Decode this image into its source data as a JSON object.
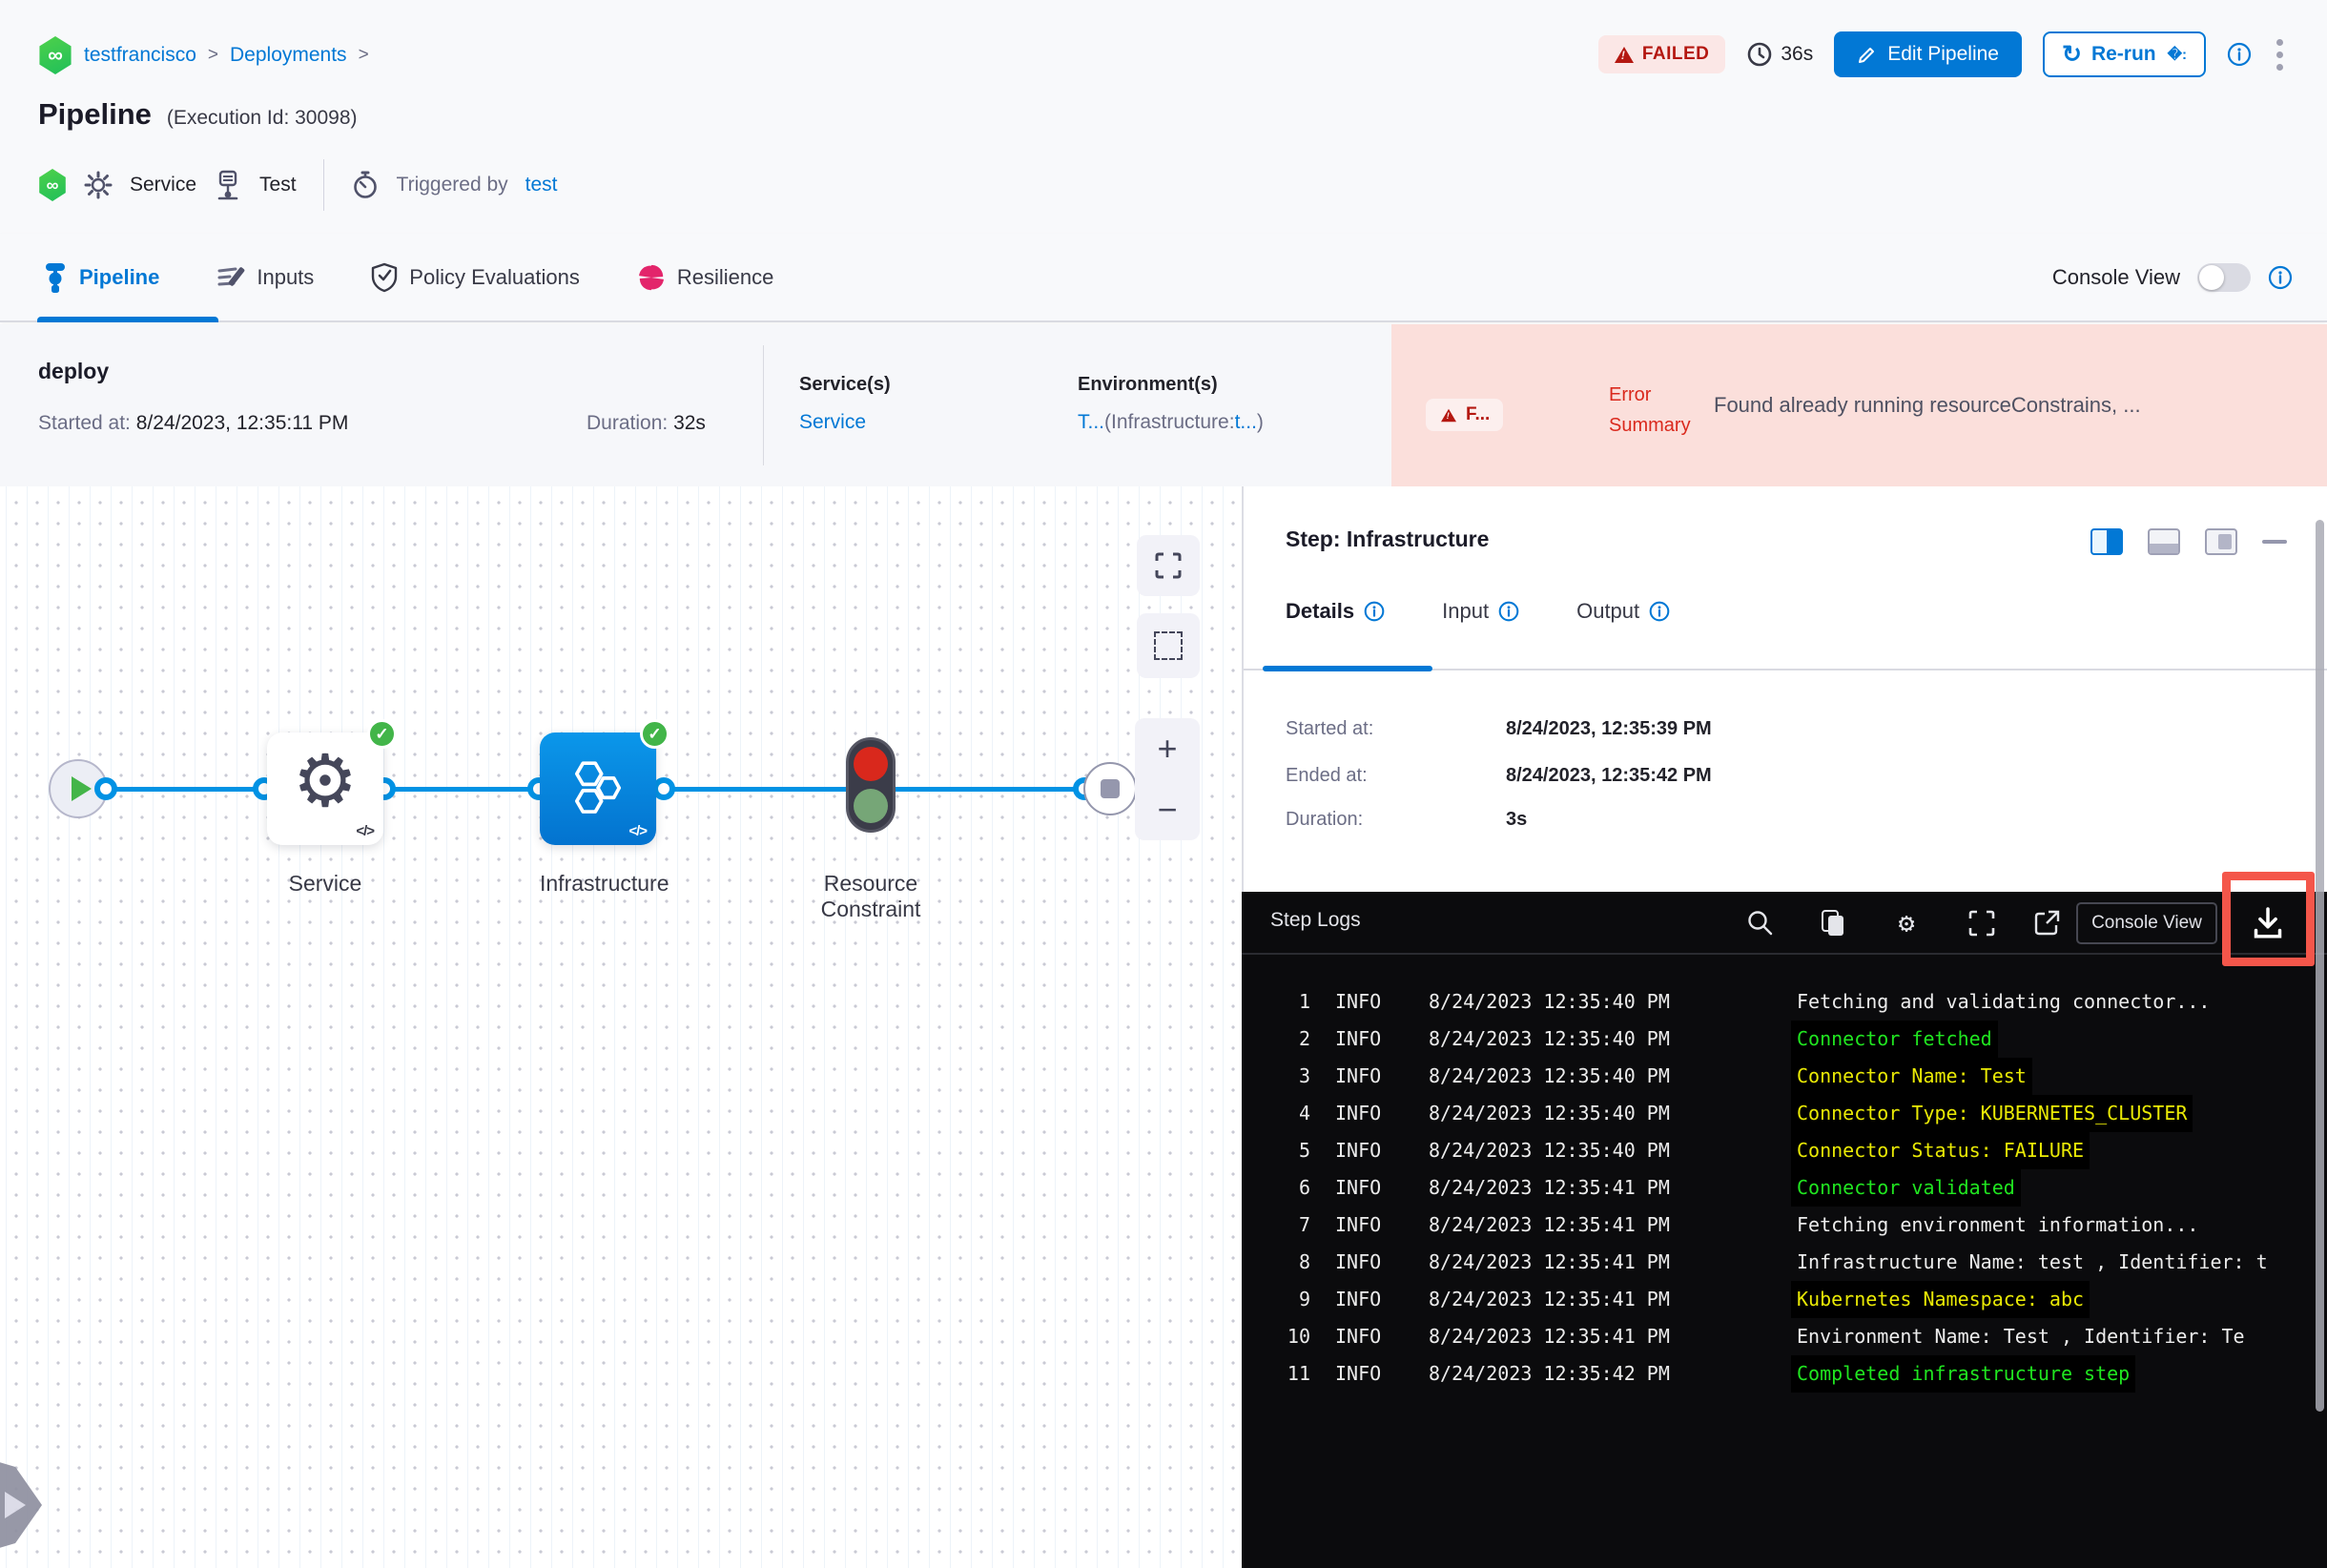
{
  "colors": {
    "primary_blue": "#0278d5",
    "edge_blue": "#0092e4",
    "failed_red": "#b41710",
    "error_red": "#da291d",
    "error_bg": "#fbdfdb",
    "success_green": "#42b549",
    "log_green": "#20e520",
    "log_yellow": "#e9e905",
    "annotation_red": "#f4564a"
  },
  "header": {
    "breadcrumb": {
      "project": "testfrancisco",
      "section": "Deployments",
      "separator": ">"
    },
    "title": "Pipeline",
    "execution_id": "(Execution Id: 30098)",
    "meta": {
      "service": "Service",
      "environment": "Test",
      "triggered_by_label": "Triggered by",
      "triggered_by_user": "test"
    },
    "actions": {
      "status_badge": "FAILED",
      "elapsed": "36s",
      "edit_pipeline": "Edit Pipeline",
      "rerun": "Re-run"
    }
  },
  "tabbar": {
    "tabs": [
      {
        "label": "Pipeline"
      },
      {
        "label": "Inputs"
      },
      {
        "label": "Policy Evaluations"
      },
      {
        "label": "Resilience"
      }
    ],
    "console_view": "Console View"
  },
  "summary": {
    "stage": "deploy",
    "started_label": "Started at:",
    "started": "8/24/2023, 12:35:11 PM",
    "duration_label": "Duration:",
    "duration": "32s",
    "services_label": "Service(s)",
    "service": "Service",
    "environments_label": "Environment(s)",
    "env_link1": "T...",
    "env_mid": "(Infrastructure:",
    "env_link2": "t...",
    "env_close": ")",
    "error_badge": "F...",
    "error_label1": "Error",
    "error_label2": "Summary",
    "error_message": "Found already running resourceConstrains, ..."
  },
  "graph": {
    "node_service": "Service",
    "node_infrastructure": "Infrastructure",
    "node_resource": "Resource Constraint",
    "zoom_in": "+",
    "zoom_out": "−",
    "code_glyph": "</>"
  },
  "step_panel": {
    "title": "Step: Infrastructure",
    "tab_details": "Details",
    "tab_input": "Input",
    "tab_output": "Output",
    "started_label": "Started at:",
    "started": "8/24/2023, 12:35:39 PM",
    "ended_label": "Ended at:",
    "ended": "8/24/2023, 12:35:42 PM",
    "duration_label": "Duration:",
    "duration": "3s"
  },
  "logs": {
    "title": "Step Logs",
    "console_view": "Console View",
    "rows": [
      {
        "num": "1",
        "level": "INFO",
        "time": "8/24/2023 12:35:40 PM",
        "msg": "Fetching and validating connector...",
        "type": "plain"
      },
      {
        "num": "2",
        "level": "INFO",
        "time": "8/24/2023 12:35:40 PM",
        "msg": "Connector fetched",
        "type": "success"
      },
      {
        "num": "3",
        "level": "INFO",
        "time": "8/24/2023 12:35:40 PM",
        "msg": "Connector Name: Test",
        "type": "param"
      },
      {
        "num": "4",
        "level": "INFO",
        "time": "8/24/2023 12:35:40 PM",
        "msg": "Connector Type: KUBERNETES_CLUSTER",
        "type": "param"
      },
      {
        "num": "5",
        "level": "INFO",
        "time": "8/24/2023 12:35:40 PM",
        "msg": "Connector Status: FAILURE",
        "type": "param"
      },
      {
        "num": "6",
        "level": "INFO",
        "time": "8/24/2023 12:35:41 PM",
        "msg": "Connector validated",
        "type": "success"
      },
      {
        "num": "7",
        "level": "INFO",
        "time": "8/24/2023 12:35:41 PM",
        "msg": "Fetching environment information...",
        "type": "plain"
      },
      {
        "num": "8",
        "level": "INFO",
        "time": "8/24/2023 12:35:41 PM",
        "msg": "Infrastructure Name: test , Identifier: t",
        "type": "plain"
      },
      {
        "num": "9",
        "level": "INFO",
        "time": "8/24/2023 12:35:41 PM",
        "msg": "Kubernetes Namespace: abc",
        "type": "param"
      },
      {
        "num": "10",
        "level": "INFO",
        "time": "8/24/2023 12:35:41 PM",
        "msg": "Environment Name: Test , Identifier: Te",
        "type": "plain"
      },
      {
        "num": "11",
        "level": "INFO",
        "time": "8/24/2023 12:35:42 PM",
        "msg": "Completed infrastructure step",
        "type": "success"
      }
    ]
  }
}
